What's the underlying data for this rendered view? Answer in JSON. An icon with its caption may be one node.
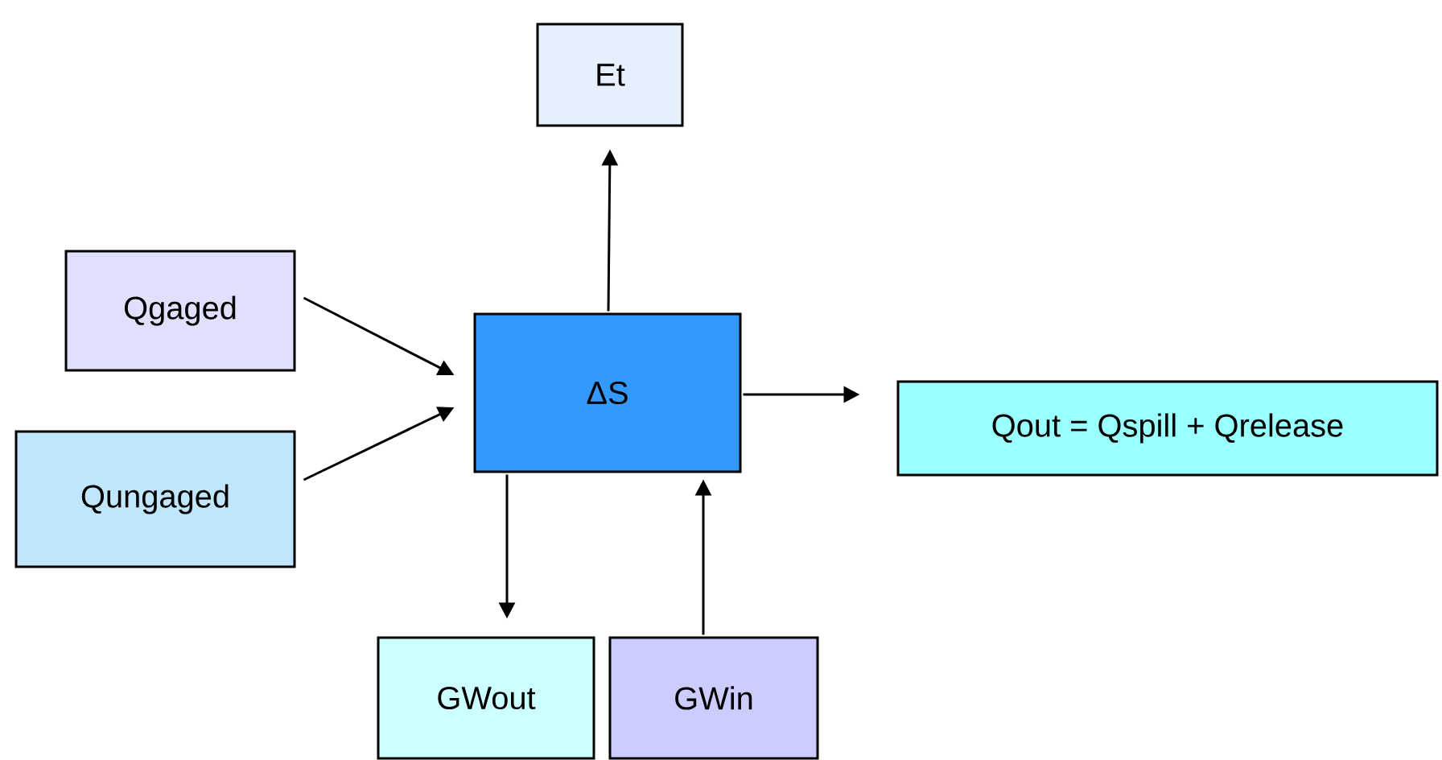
{
  "diagram": {
    "nodes": [
      {
        "text": [
          "Et"
        ]
      },
      {
        "text": [
          "Qgaged"
        ]
      },
      {
        "text": [
          "Qungaged"
        ]
      },
      {
        "text": [
          "ΔS"
        ]
      },
      {
        "text": [
          "Qout = Qspill + Qrelease"
        ]
      },
      {
        "text": [
          "GWout"
        ]
      },
      {
        "text": [
          "GWin"
        ]
      }
    ],
    "edges": [
      {
        "from": 3,
        "to": 0,
        "arrow": "to"
      },
      {
        "from": 1,
        "to": 3,
        "arrow": "to"
      },
      {
        "from": 2,
        "to": 3,
        "arrow": "to"
      },
      {
        "from": 3,
        "to": 4,
        "arrow": "to"
      },
      {
        "from": 3,
        "to": 5,
        "arrow": "to"
      },
      {
        "from": 6,
        "to": 3,
        "arrow": "to"
      }
    ]
  }
}
